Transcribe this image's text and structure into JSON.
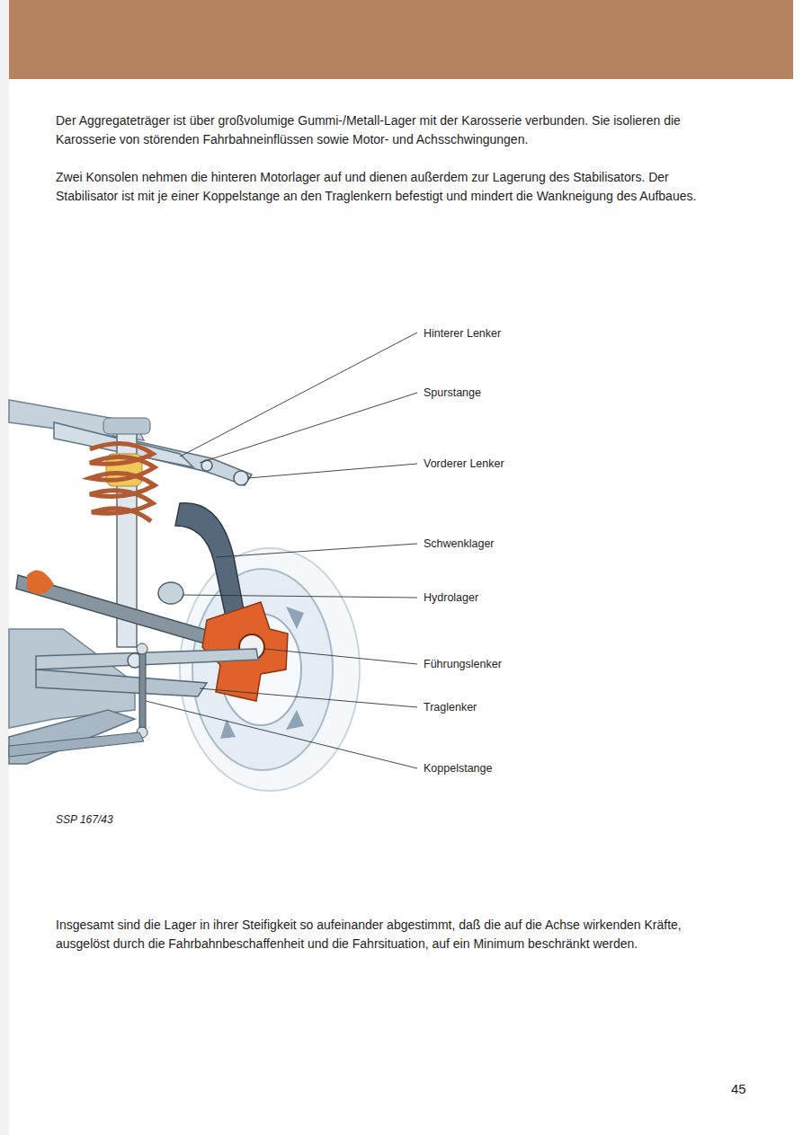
{
  "diagram": {
    "labels": [
      "Der Aggregateträger ist über großvolumige Gummi-/Metall-Lager mit der Karosserie verbunden. Sie isolieren die Karosserie von störenden Fahrbahneinflüssen sowie Motor- und Achsschwingungen.",
      "Zwei Konsolen nehmen die hinteren Motorlager auf und dienen außerdem zur Lagerung des Stabilisators. Der Stabilisator ist mit je einer Koppelstange an den Traglenkern befestigt und mindert die Wankneigung des Aufbaues.",
      "Hinterer Lenker",
      "Spurstange",
      "Vorderer Lenker",
      "Schwenklager",
      "Hydrolager",
      "Führungslenker",
      "Traglenker",
      "Koppelstange",
      "SSP 167/43",
      "Insgesamt sind die Lager in ihrer Steifigkeit so aufeinander abgestimmt, daß die auf die Achse wirkenden Kräfte, ausgelöst durch die Fahrbahnbeschaffenheit und die Fahrsituation, auf ein Minimum beschränkt werden.",
      "45"
    ]
  }
}
